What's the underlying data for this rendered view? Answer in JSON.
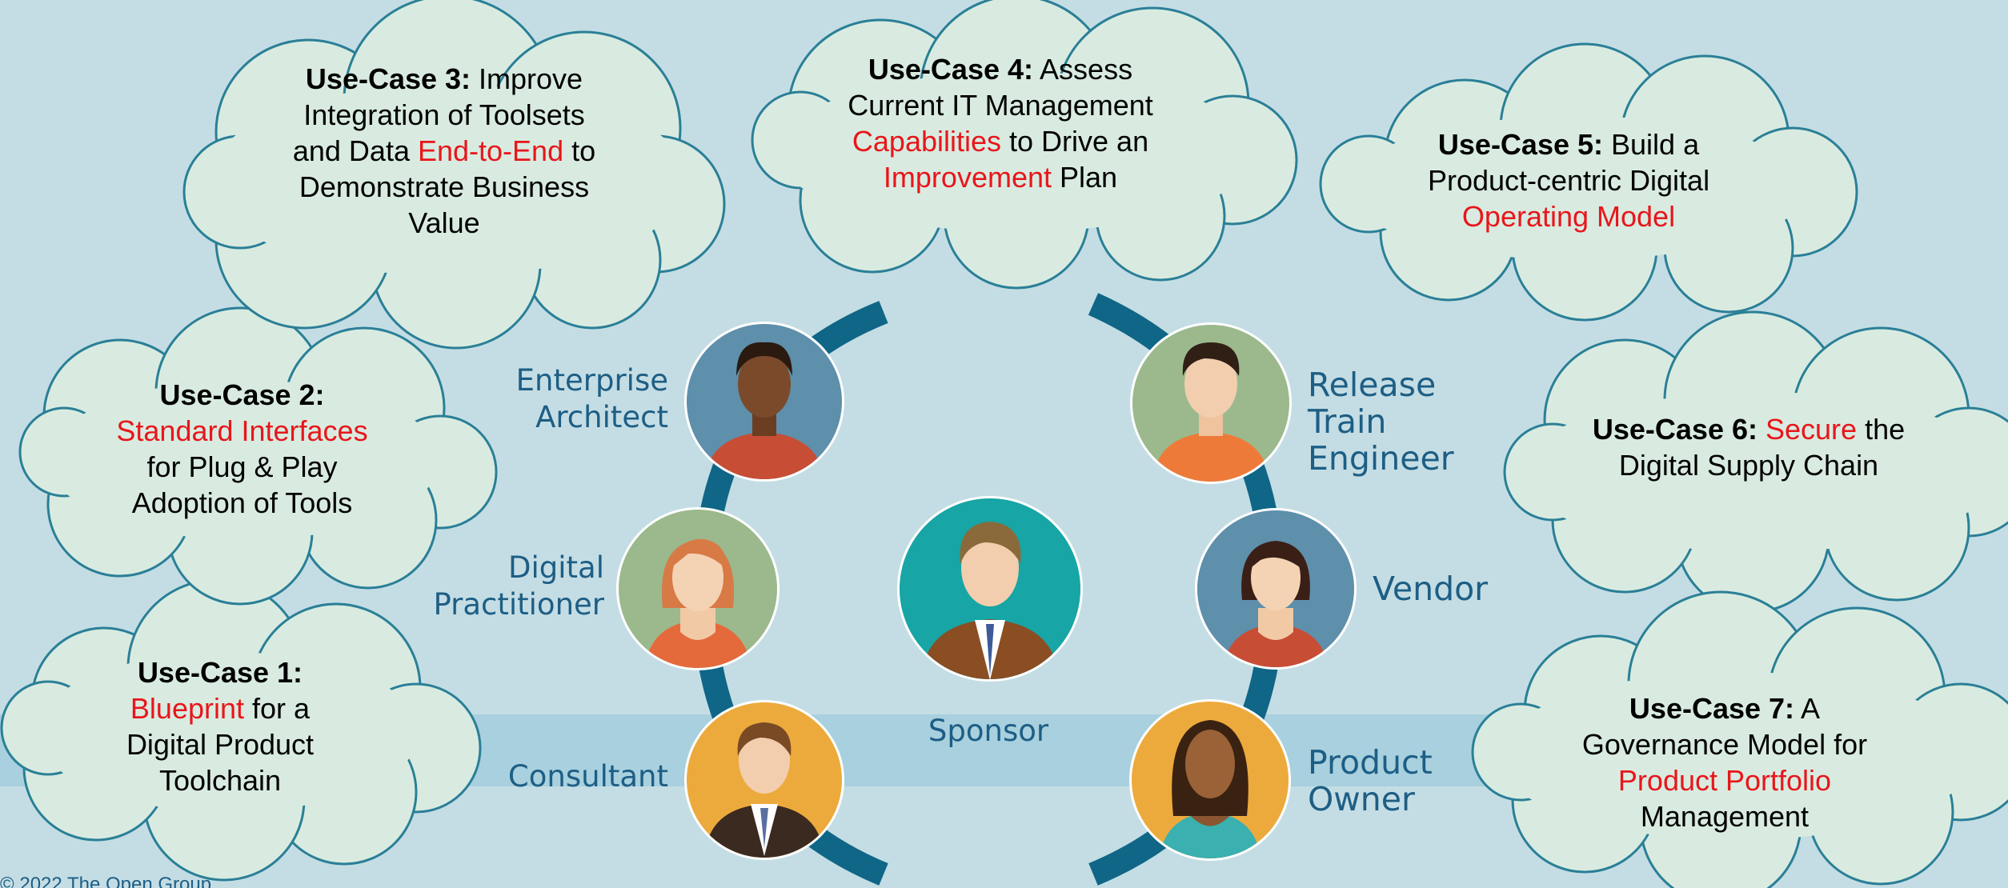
{
  "use_cases": [
    {
      "title": "Use-Case 1:",
      "parts": [
        {
          "t": "Blueprint",
          "hl": true
        },
        {
          "t": " for a Digital Product Toolchain",
          "hl": false
        }
      ]
    },
    {
      "title": "Use-Case 2:",
      "parts": [
        {
          "t": "Standard Interfaces",
          "hl": true
        },
        {
          "t": " for Plug & Play Adoption of Tools",
          "hl": false
        }
      ]
    },
    {
      "title": "Use-Case 3:",
      "parts": [
        {
          "t": " Improve Integration of Toolsets and Data ",
          "hl": false
        },
        {
          "t": "End-to-End",
          "hl": true
        },
        {
          "t": " to Demonstrate Business Value",
          "hl": false
        }
      ]
    },
    {
      "title": "Use-Case 4:",
      "parts": [
        {
          "t": " Assess Current IT Management ",
          "hl": false
        },
        {
          "t": "Capabilities",
          "hl": true
        },
        {
          "t": " to Drive an ",
          "hl": false
        },
        {
          "t": "Improvement",
          "hl": true
        },
        {
          "t": " Plan",
          "hl": false
        }
      ]
    },
    {
      "title": "Use-Case 5:",
      "parts": [
        {
          "t": " Build a Product-centric Digital ",
          "hl": false
        },
        {
          "t": "Operating Model",
          "hl": true
        }
      ]
    },
    {
      "title": "Use-Case 6:",
      "parts": [
        {
          "t": " ",
          "hl": false
        },
        {
          "t": "Secure",
          "hl": true
        },
        {
          "t": " the Digital Supply Chain",
          "hl": false
        }
      ]
    },
    {
      "title": "Use-Case 7:",
      "parts": [
        {
          "t": " A Governance Model for ",
          "hl": false
        },
        {
          "t": "Product Portfolio",
          "hl": true
        },
        {
          "t": " Management",
          "hl": false
        }
      ]
    }
  ],
  "roles": {
    "enterprise_architect": "Enterprise Architect",
    "digital_practitioner": "Digital Practitioner",
    "consultant": "Consultant",
    "sponsor": "Sponsor",
    "release_train_engineer": "Release Train Engineer",
    "vendor": "Vendor",
    "product_owner": "Product Owner"
  },
  "copyright": "© 2022 The Open Group",
  "colors": {
    "background": "#c4dde4",
    "cloud_fill": "#d9ebe0",
    "cloud_stroke": "#2a7f97",
    "arc": "#0f6686",
    "band": "#a8d0de",
    "role_text": "#1d5e85",
    "highlight": "#e8161b"
  }
}
